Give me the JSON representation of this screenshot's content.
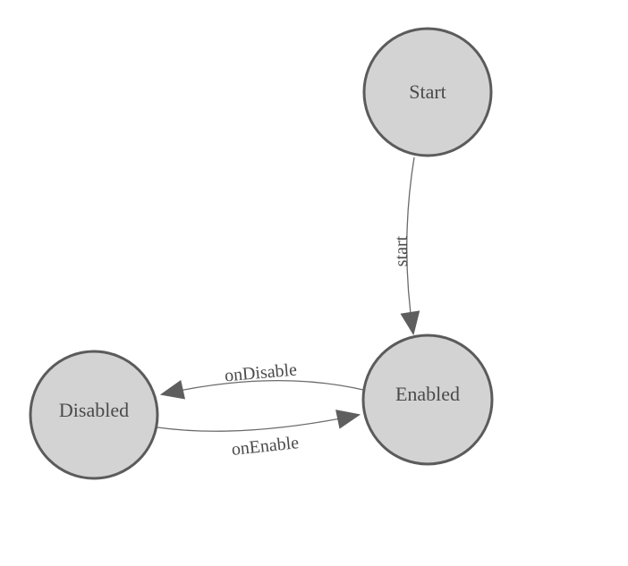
{
  "diagram": {
    "type": "state-machine",
    "nodes": [
      {
        "id": "Start",
        "label": "Start"
      },
      {
        "id": "Enabled",
        "label": "Enabled"
      },
      {
        "id": "Disabled",
        "label": "Disabled"
      }
    ],
    "edges": [
      {
        "from": "Start",
        "to": "Enabled",
        "label": "start"
      },
      {
        "from": "Enabled",
        "to": "Disabled",
        "label": "onDisable"
      },
      {
        "from": "Disabled",
        "to": "Enabled",
        "label": "onEnable"
      }
    ],
    "colors": {
      "background": "#ffffff",
      "node_fill": "#d3d3d3",
      "node_border": "#5b5b5b",
      "edge_line": "#6a6a6a",
      "arrowhead": "#5e5e5e",
      "text": "#4a4a4a"
    }
  }
}
